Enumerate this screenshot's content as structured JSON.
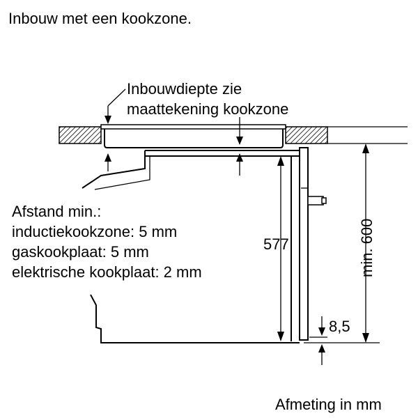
{
  "title": "Inbouw met een kookzone.",
  "callout_depth": {
    "line1": "Inbouwdiepte zie",
    "line2": "maattekening kookzone"
  },
  "distance": {
    "heading": "Afstand min.:",
    "items": [
      "inductiekookzone: 5 mm",
      "gaskookplaat: 5 mm",
      "elektrische kookplaat: 2 mm"
    ]
  },
  "dimensions": {
    "height_577": "577",
    "min_600": "min. 600",
    "gap_8_5": "8,5"
  },
  "unit_note": "Afmeting in mm"
}
